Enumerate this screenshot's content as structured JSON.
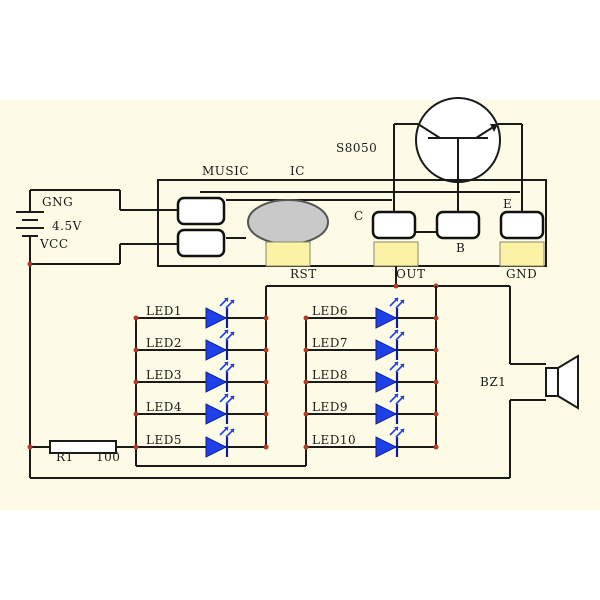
{
  "labels": {
    "music": "MUSIC",
    "ic": "IC",
    "transistor": "S8050",
    "gng": "GNG",
    "voltage": "4.5V",
    "vcc": "VCC",
    "c": "C",
    "b": "B",
    "e": "E",
    "rst": "RST",
    "out": "OUT",
    "gnd": "GND",
    "r1": "R1",
    "r1_value": "100",
    "bz1": "BZ1"
  },
  "leds_left": [
    "LED1",
    "LED2",
    "LED3",
    "LED4",
    "LED5"
  ],
  "leds_right": [
    "LED6",
    "LED7",
    "LED8",
    "LED9",
    "LED10"
  ],
  "colors": {
    "background": "#fdfbe6",
    "led": "#1e40e8",
    "tab": "#fbf2a6",
    "ic_blob": "#c9c9c9"
  }
}
